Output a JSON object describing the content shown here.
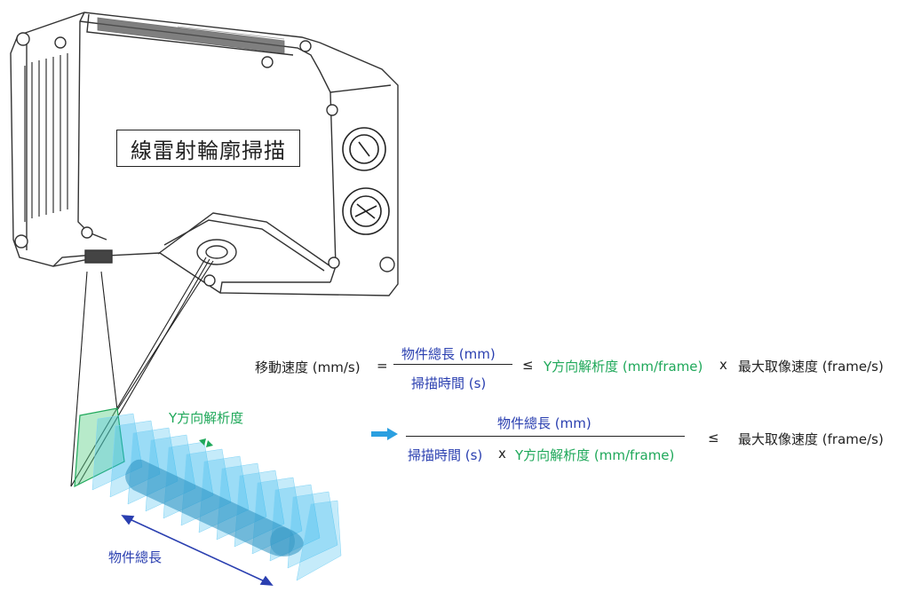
{
  "title": "線雷射輪廓掃描",
  "diagram_labels": {
    "y_resolution": "Y方向解析度",
    "object_length": "物件總長"
  },
  "formula1": {
    "lhs": "移動速度 (mm/s)",
    "eq": "=",
    "numerator": "物件總長 (mm)",
    "denominator": "掃描時間 (s)",
    "leq": "≤",
    "y_res": "Y方向解析度 (mm/frame)",
    "times": "x",
    "max_speed": "最大取像速度 (frame/s)"
  },
  "formula2": {
    "numerator": "物件總長 (mm)",
    "den_time": "掃描時間 (s)",
    "times": "x",
    "den_res": "Y方向解析度 (mm/frame)",
    "leq": "≤",
    "max_speed": "最大取像速度 (frame/s)"
  },
  "colors": {
    "label_blue": "#2a3fb0",
    "label_green": "#1fa85a",
    "laser_blue": "#2fb6ee",
    "arrow_blue": "#2a9fe0"
  }
}
